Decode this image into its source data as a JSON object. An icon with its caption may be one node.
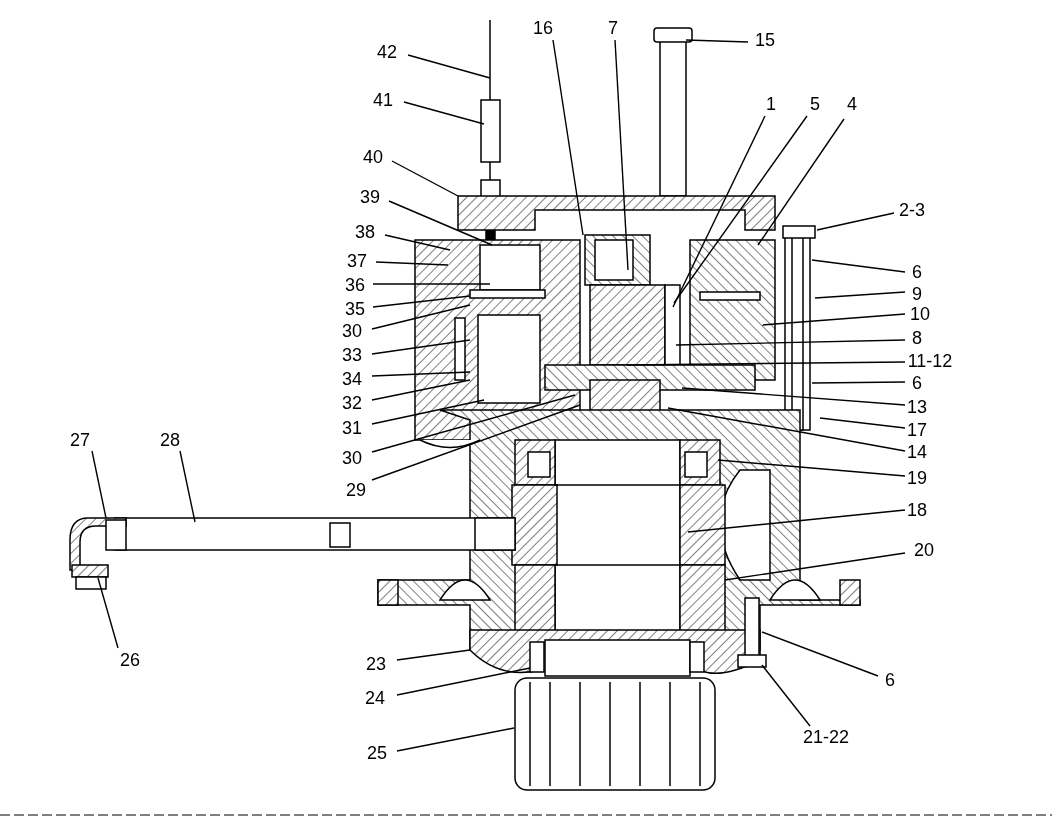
{
  "diagram": {
    "nodes": [
      {
        "text": [
          "42"
        ]
      },
      {
        "text": [
          "41"
        ]
      },
      {
        "text": [
          "40"
        ]
      },
      {
        "text": [
          "39"
        ]
      },
      {
        "text": [
          "38"
        ]
      },
      {
        "text": [
          "37"
        ]
      },
      {
        "text": [
          "36"
        ]
      },
      {
        "text": [
          "35"
        ]
      },
      {
        "text": [
          "30"
        ]
      },
      {
        "text": [
          "33"
        ]
      },
      {
        "text": [
          "34"
        ]
      },
      {
        "text": [
          "32"
        ]
      },
      {
        "text": [
          "31"
        ]
      },
      {
        "text": [
          "30"
        ]
      },
      {
        "text": [
          "29"
        ]
      },
      {
        "text": [
          "16"
        ]
      },
      {
        "text": [
          "7"
        ]
      },
      {
        "text": [
          "15"
        ]
      },
      {
        "text": [
          "1"
        ]
      },
      {
        "text": [
          "5"
        ]
      },
      {
        "text": [
          "4"
        ]
      },
      {
        "text": [
          "2-3"
        ]
      },
      {
        "text": [
          "6"
        ]
      },
      {
        "text": [
          "9"
        ]
      },
      {
        "text": [
          "10"
        ]
      },
      {
        "text": [
          "8"
        ]
      },
      {
        "text": [
          "11-12"
        ]
      },
      {
        "text": [
          "6"
        ]
      },
      {
        "text": [
          "13"
        ]
      },
      {
        "text": [
          "17"
        ]
      },
      {
        "text": [
          "14"
        ]
      },
      {
        "text": [
          "19"
        ]
      },
      {
        "text": [
          "18"
        ]
      },
      {
        "text": [
          "20"
        ]
      },
      {
        "text": [
          "6"
        ]
      },
      {
        "text": [
          "21-22"
        ]
      },
      {
        "text": [
          "27"
        ]
      },
      {
        "text": [
          "28"
        ]
      },
      {
        "text": [
          "26"
        ]
      },
      {
        "text": [
          "23"
        ]
      },
      {
        "text": [
          "24"
        ]
      },
      {
        "text": [
          "25"
        ]
      }
    ],
    "edges": [
      {
        "from": 0,
        "to": null,
        "arrow": "none"
      },
      {
        "from": 1,
        "to": null,
        "arrow": "none"
      },
      {
        "from": 2,
        "to": null,
        "arrow": "none"
      },
      {
        "from": 3,
        "to": null,
        "arrow": "none"
      },
      {
        "from": 4,
        "to": null,
        "arrow": "none"
      },
      {
        "from": 5,
        "to": null,
        "arrow": "none"
      },
      {
        "from": 6,
        "to": null,
        "arrow": "none"
      },
      {
        "from": 7,
        "to": null,
        "arrow": "none"
      },
      {
        "from": 8,
        "to": null,
        "arrow": "none"
      },
      {
        "from": 9,
        "to": null,
        "arrow": "none"
      },
      {
        "from": 10,
        "to": null,
        "arrow": "none"
      },
      {
        "from": 11,
        "to": null,
        "arrow": "none"
      },
      {
        "from": 12,
        "to": null,
        "arrow": "none"
      },
      {
        "from": 13,
        "to": null,
        "arrow": "none"
      },
      {
        "from": 14,
        "to": null,
        "arrow": "none"
      },
      {
        "from": 15,
        "to": null,
        "arrow": "none"
      },
      {
        "from": 16,
        "to": null,
        "arrow": "none"
      },
      {
        "from": 17,
        "to": null,
        "arrow": "none"
      },
      {
        "from": 18,
        "to": null,
        "arrow": "none"
      },
      {
        "from": 19,
        "to": null,
        "arrow": "none"
      },
      {
        "from": 20,
        "to": null,
        "arrow": "none"
      },
      {
        "from": 21,
        "to": null,
        "arrow": "none"
      },
      {
        "from": 22,
        "to": null,
        "arrow": "none"
      },
      {
        "from": 23,
        "to": null,
        "arrow": "none"
      },
      {
        "from": 24,
        "to": null,
        "arrow": "none"
      },
      {
        "from": 25,
        "to": null,
        "arrow": "none"
      },
      {
        "from": 26,
        "to": null,
        "arrow": "none"
      },
      {
        "from": 27,
        "to": null,
        "arrow": "none"
      },
      {
        "from": 28,
        "to": null,
        "arrow": "none"
      },
      {
        "from": 29,
        "to": null,
        "arrow": "none"
      },
      {
        "from": 30,
        "to": null,
        "arrow": "none"
      },
      {
        "from": 31,
        "to": null,
        "arrow": "none"
      },
      {
        "from": 32,
        "to": null,
        "arrow": "none"
      },
      {
        "from": 33,
        "to": null,
        "arrow": "none"
      },
      {
        "from": 34,
        "to": null,
        "arrow": "none"
      },
      {
        "from": 35,
        "to": null,
        "arrow": "none"
      },
      {
        "from": 36,
        "to": null,
        "arrow": "none"
      },
      {
        "from": 37,
        "to": null,
        "arrow": "none"
      },
      {
        "from": 38,
        "to": null,
        "arrow": "none"
      },
      {
        "from": 39,
        "to": null,
        "arrow": "none"
      },
      {
        "from": 40,
        "to": null,
        "arrow": "none"
      },
      {
        "from": 41,
        "to": null,
        "arrow": "none"
      }
    ]
  }
}
